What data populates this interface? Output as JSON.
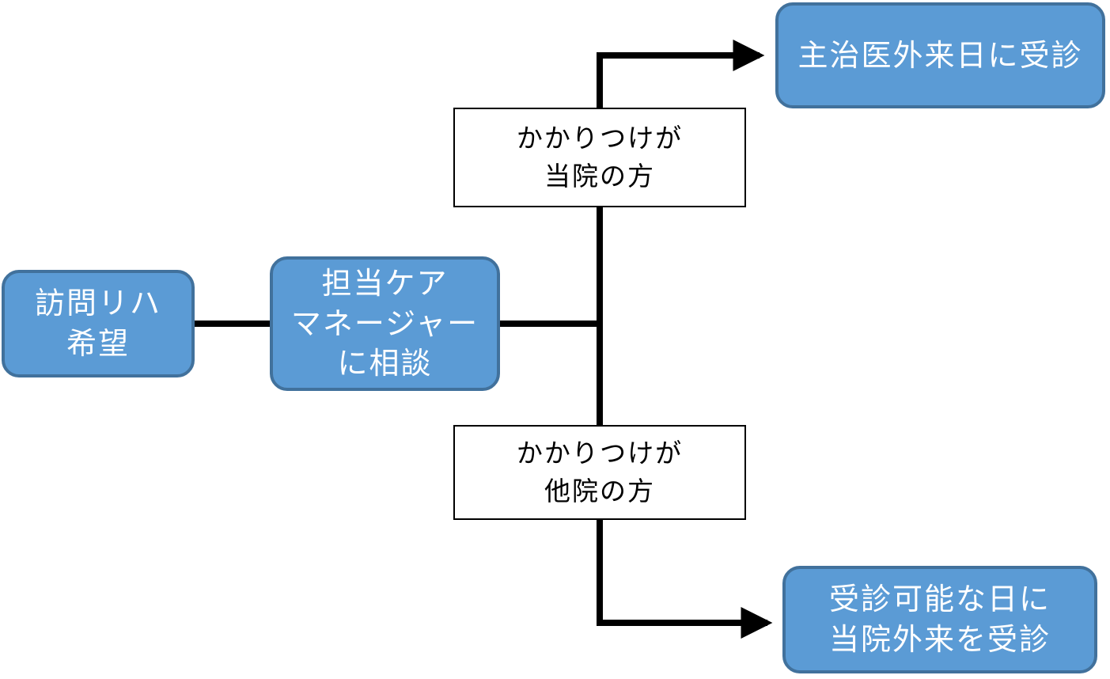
{
  "diagram": {
    "nodes": {
      "request": "訪問リハ\n希望",
      "consult": "担当ケア\nマネージャー\nに相談",
      "outcome_top": "主治医外来日に受診",
      "outcome_bottom": "受診可能な日に\n当院外来を受診"
    },
    "conditions": {
      "this_hospital": "かかりつけが\n当院の方",
      "other_hospital": "かかりつけが\n他院の方"
    }
  },
  "colors": {
    "node_fill": "#5b9bd5",
    "node_border": "#41719c",
    "node_text": "#ffffff",
    "connector": "#000000",
    "label_border": "#000000"
  }
}
